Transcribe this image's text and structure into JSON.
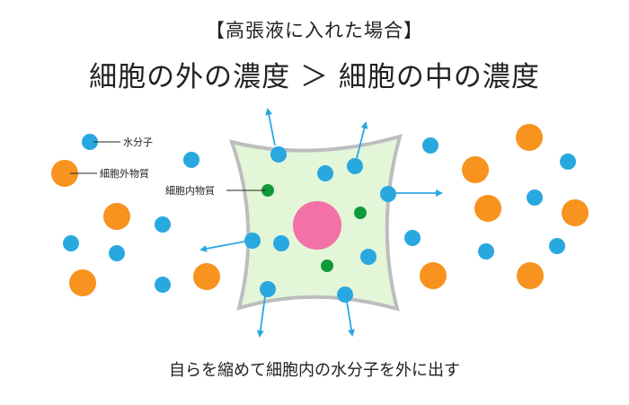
{
  "title": "【高張液に入れた場合】",
  "subtitle": "細胞の外の濃度 ＞ 細胞の中の濃度",
  "caption": "自らを縮めて細胞内の水分子を外に出す",
  "labels": {
    "water": "水分子",
    "outside_substance": "細胞外物質",
    "inside_substance": "細胞内物質"
  },
  "colors": {
    "water": "#29a8e0",
    "outside_substance": "#f7931e",
    "inside_substance": "#119a3c",
    "nucleus": "#f371a6",
    "cell_fill": "#e3f6d8",
    "cell_stroke": "#bdbdbd",
    "arrow": "#29a8e0"
  }
}
